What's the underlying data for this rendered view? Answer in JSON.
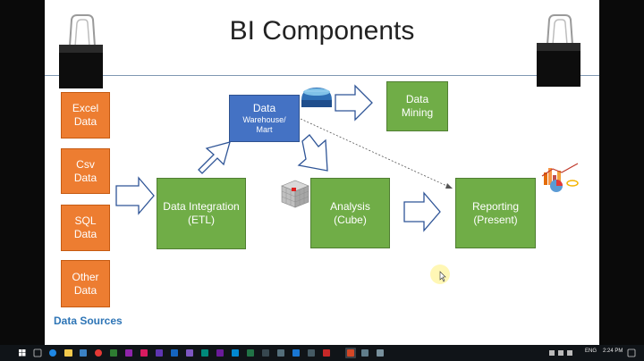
{
  "slide": {
    "title": "BI Components",
    "data_sources_label": "Data Sources"
  },
  "sources": [
    {
      "label": "Excel\nData"
    },
    {
      "label": "Csv\nData"
    },
    {
      "label": "SQL\nData"
    },
    {
      "label": "Other\nData"
    }
  ],
  "nodes": {
    "integration": "Data Integration\n(ETL)",
    "warehouse_title": "Data",
    "warehouse_sub": "Warehouse/\nMart",
    "mining": "Data\nMining",
    "analysis": "Analysis\n(Cube)",
    "reporting": "Reporting\n(Present)"
  },
  "taskbar": {
    "language": "ENG",
    "time": "2:24 PM"
  },
  "colors": {
    "source_fill": "#ed7d31",
    "process_fill": "#70ad47",
    "warehouse_fill": "#4472c4",
    "label_blue": "#2e75b6"
  },
  "icons": [
    "binder-clip-icon",
    "database-icon",
    "cube-icon",
    "chart-icon",
    "windows-start-icon",
    "mouse-cursor-icon"
  ]
}
